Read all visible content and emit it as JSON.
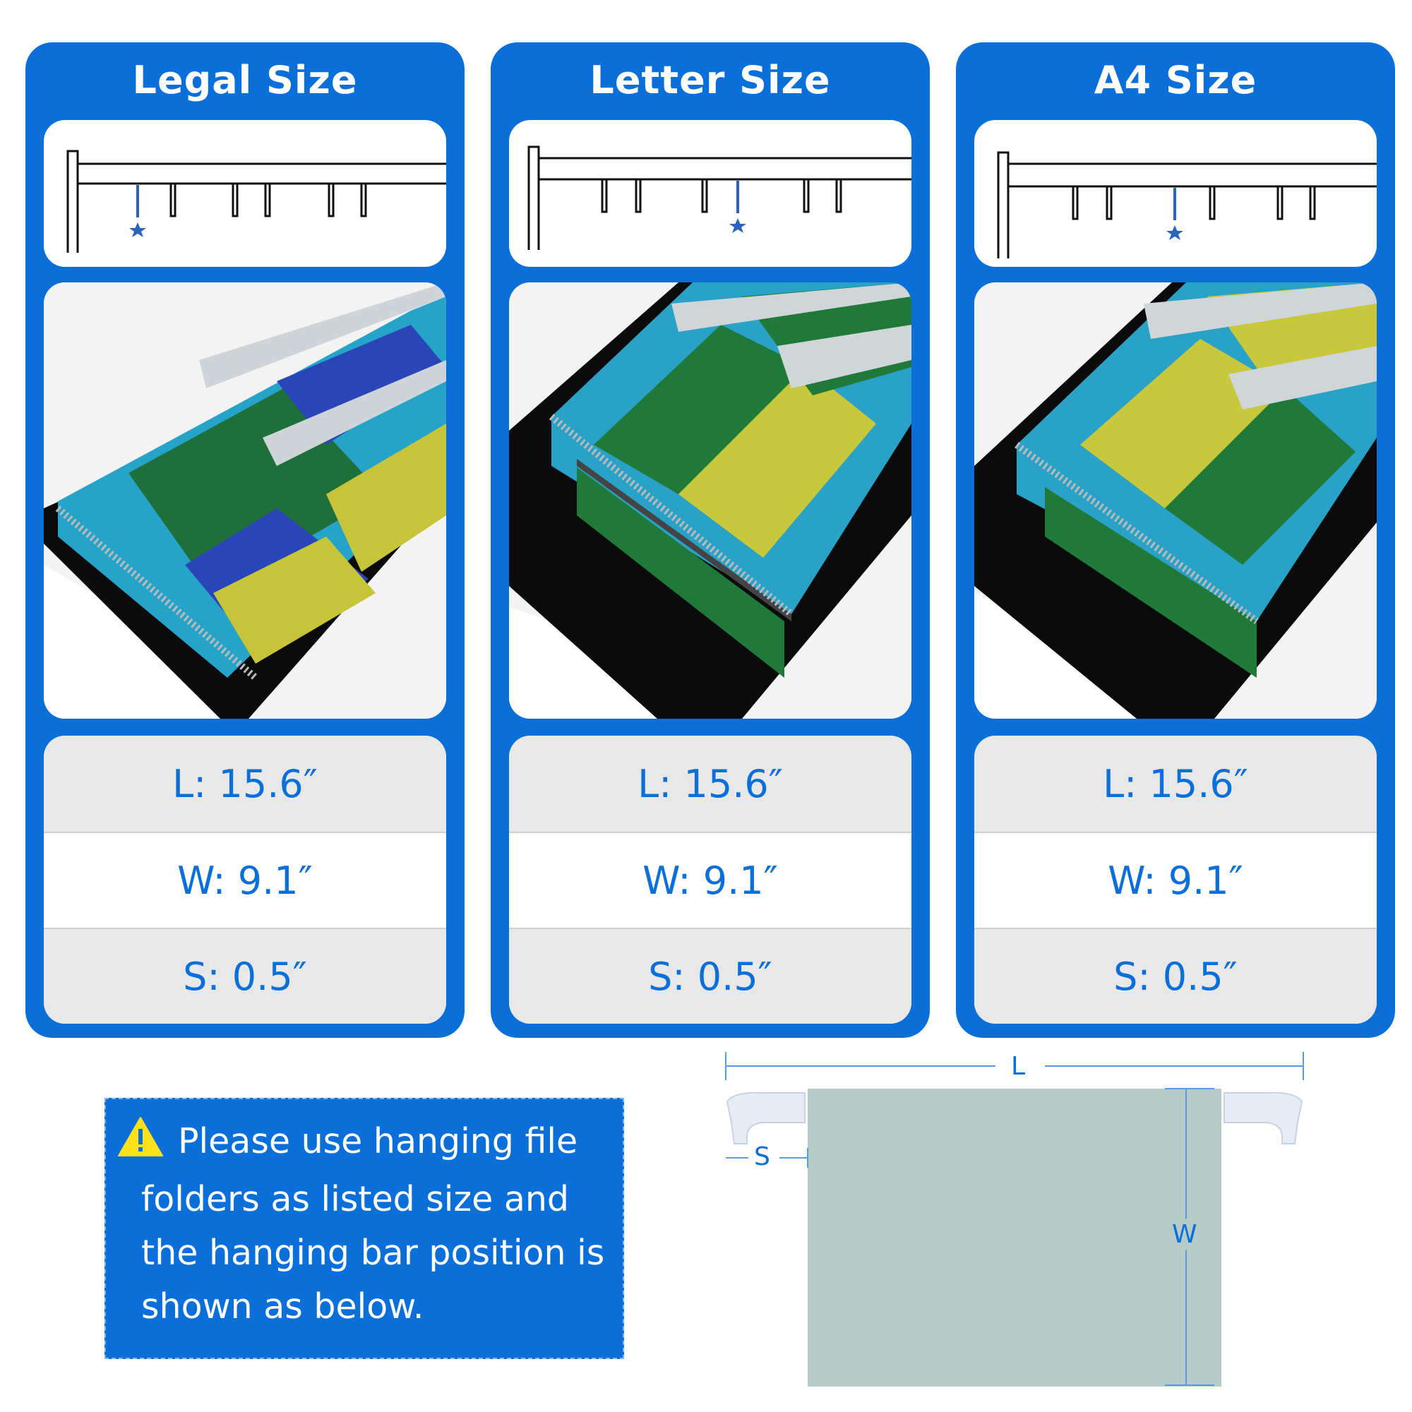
{
  "cards": [
    {
      "title": "Legal Size",
      "dims": [
        "L: 15.6″",
        "W: 9.1″",
        "S: 0.5″"
      ]
    },
    {
      "title": "Letter Size",
      "dims": [
        "L: 15.6″",
        "W: 9.1″",
        "S: 0.5″"
      ]
    },
    {
      "title": "A4 Size",
      "dims": [
        "L: 15.6″",
        "W: 9.1″",
        "S: 0.5″"
      ]
    }
  ],
  "note": {
    "text": "Please use hanging file folders as listed size and the hanging bar position is shown as below.",
    "icon": "warning-icon"
  },
  "diagram": {
    "label_l": "L",
    "label_s": "S",
    "label_w": "W"
  },
  "colors": {
    "accent": "#0a6fd9",
    "folder": "#b5cbc8",
    "panel_gray": "#e8e8e8"
  }
}
